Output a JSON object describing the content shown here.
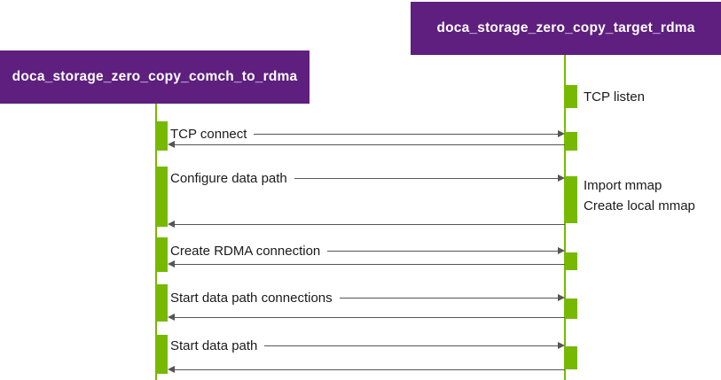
{
  "diagram_type": "sequence",
  "colors": {
    "actor_bg": "#5e1f7f",
    "actor_text": "#ffffff",
    "green": "#76b900",
    "line": "#555555",
    "text": "#1a1a1a",
    "background": "#ffffff"
  },
  "actors": [
    {
      "name": "doca_storage_zero_copy_comch_to_rdma"
    },
    {
      "name": "doca_storage_zero_copy_target_rdma"
    }
  ],
  "self_actions": [
    {
      "actor": "doca_storage_zero_copy_target_rdma",
      "label": "TCP listen"
    },
    {
      "actor": "doca_storage_zero_copy_target_rdma",
      "label": "Import mmap"
    },
    {
      "actor": "doca_storage_zero_copy_target_rdma",
      "label": "Create local mmap"
    }
  ],
  "messages": [
    {
      "label": "TCP connect",
      "from": "doca_storage_zero_copy_comch_to_rdma",
      "to": "doca_storage_zero_copy_target_rdma",
      "has_return": true
    },
    {
      "label": "Configure data path",
      "from": "doca_storage_zero_copy_comch_to_rdma",
      "to": "doca_storage_zero_copy_target_rdma",
      "has_return": true
    },
    {
      "label": "Create RDMA connection",
      "from": "doca_storage_zero_copy_comch_to_rdma",
      "to": "doca_storage_zero_copy_target_rdma",
      "has_return": true
    },
    {
      "label": "Start data path connections",
      "from": "doca_storage_zero_copy_comch_to_rdma",
      "to": "doca_storage_zero_copy_target_rdma",
      "has_return": true
    },
    {
      "label": "Start data path",
      "from": "doca_storage_zero_copy_comch_to_rdma",
      "to": "doca_storage_zero_copy_target_rdma",
      "has_return": true
    }
  ]
}
